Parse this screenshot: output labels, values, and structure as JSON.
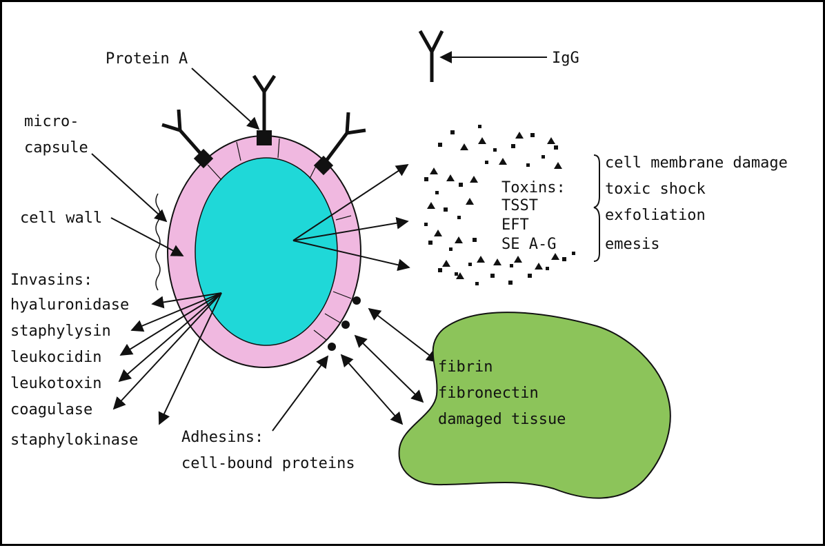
{
  "diagram": {
    "antibody": {
      "label": "IgG"
    },
    "protein_a": {
      "label": "Protein A"
    },
    "microcapsule": {
      "line1": "micro-",
      "line2": "capsule"
    },
    "cell_wall": {
      "label": "cell wall"
    },
    "invasins": {
      "heading": "Invasins:",
      "items": [
        "hyaluronidase",
        "staphylysin",
        "leukocidin",
        "leukotoxin",
        "coagulase",
        "staphylokinase"
      ]
    },
    "toxins": {
      "heading": "Toxins:",
      "items": [
        "TSST",
        "EFT",
        "SE A-G"
      ]
    },
    "toxin_effects": [
      "cell membrane damage",
      "toxic shock",
      "exfoliation",
      "emesis"
    ],
    "adhesins": {
      "line1": "Adhesins:",
      "line2": "cell-bound proteins"
    },
    "tissue": {
      "items": [
        "fibrin",
        "fibronectin",
        "damaged tissue"
      ]
    },
    "colors": {
      "cytoplasm": "#1fd8d8",
      "cell_wall": "#f0b8e0",
      "tissue": "#8cc45a",
      "ink": "#111111"
    }
  }
}
